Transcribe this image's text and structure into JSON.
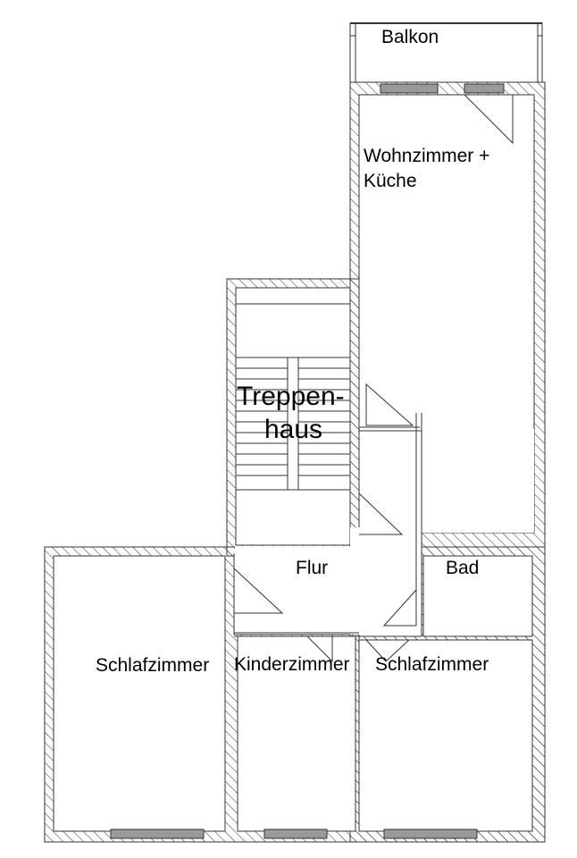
{
  "rooms": {
    "balkon": "Balkon",
    "wohnzimmer_line1": "Wohnzimmer +",
    "wohnzimmer_line2": "Küche",
    "treppenhaus_line1": "Treppen-",
    "treppenhaus_line2": "haus",
    "flur": "Flur",
    "bad": "Bad",
    "schlafzimmer_left": "Schlafzimmer",
    "kinderzimmer": "Kinderzimmer",
    "schlafzimmer_right": "Schlafzimmer"
  }
}
